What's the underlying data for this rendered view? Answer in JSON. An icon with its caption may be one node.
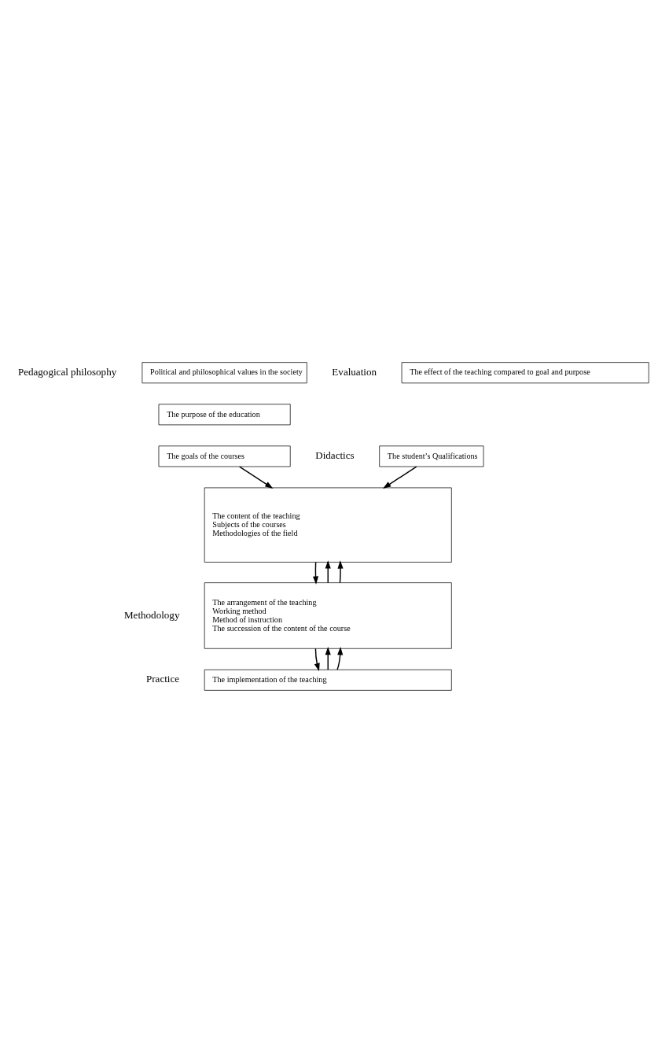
{
  "diagram": {
    "nodes": [
      {
        "text": [
          "Political and philosophical values in the society"
        ]
      },
      {
        "text": [
          "The purpose of the education"
        ]
      },
      {
        "text": [
          "The goals of the courses"
        ]
      },
      {
        "text": [
          "The student’s Qualifications"
        ]
      },
      {
        "text": [
          "The content of the teaching",
          "Subjects of the courses",
          "Methodologies of the field"
        ]
      },
      {
        "text": [
          "The arrangement of the teaching",
          "Working method",
          "Method of instruction",
          "The succession of the content of the course"
        ]
      },
      {
        "text": [
          "The implementation of the teaching"
        ]
      },
      {
        "text": [
          "The effect of the teaching compared to goal and purpose"
        ]
      }
    ],
    "edges": [
      {
        "from": 2,
        "to": 4,
        "arrow": "to"
      },
      {
        "from": 3,
        "to": 4,
        "arrow": "to"
      },
      {
        "from": 4,
        "to": 5,
        "arrow": "to"
      },
      {
        "from": 5,
        "to": 4,
        "arrow": "to"
      },
      {
        "from": 5,
        "to": 4,
        "arrow": "to"
      },
      {
        "from": 5,
        "to": 6,
        "arrow": "to"
      },
      {
        "from": 6,
        "to": 5,
        "arrow": "to"
      },
      {
        "from": 6,
        "to": 5,
        "arrow": "to"
      }
    ],
    "labels": [
      "Pedagogical philosophy",
      "Didactics",
      "Methodology",
      "Practice",
      "Evaluation"
    ]
  }
}
